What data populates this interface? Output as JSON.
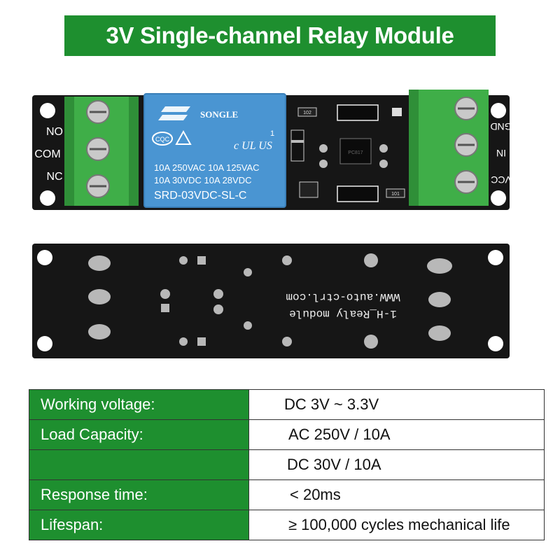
{
  "title": "3V Single-channel Relay Module",
  "relay": {
    "brand": "SONGLE",
    "cert_left": "CQC",
    "cert_ul": "c UL US",
    "cert_num": "1",
    "rating_1": "10A 250VAC  10A 125VAC",
    "rating_2": "10A  30VDC  10A  28VDC",
    "model": "SRD-03VDC-SL-C"
  },
  "left_labels": [
    "NO",
    "COM",
    "NC"
  ],
  "right_labels": [
    "GND",
    "IN",
    "VCC"
  ],
  "resistor_1": "102",
  "resistor_2": "101",
  "optocoupler": "PC817",
  "back_text_1": "WWW.auto-ctrl.com",
  "back_text_2": "1-H_Realy module",
  "specs": [
    {
      "label": "Working voltage:",
      "value": "DC 3V ~ 3.3V"
    },
    {
      "label": "Load Capacity:",
      "value": "AC 250V / 10A"
    },
    {
      "label": "",
      "value": "DC 30V / 10A"
    },
    {
      "label": "Response time:",
      "value": "< 20ms"
    },
    {
      "label": "Lifespan:",
      "value": "≥ 100,000 cycles mechanical life"
    }
  ],
  "colors": {
    "green": "#1e8f2f",
    "pcb": "#161616",
    "relay_blue": "#4a95d2",
    "terminal_green": "#3fae48"
  }
}
